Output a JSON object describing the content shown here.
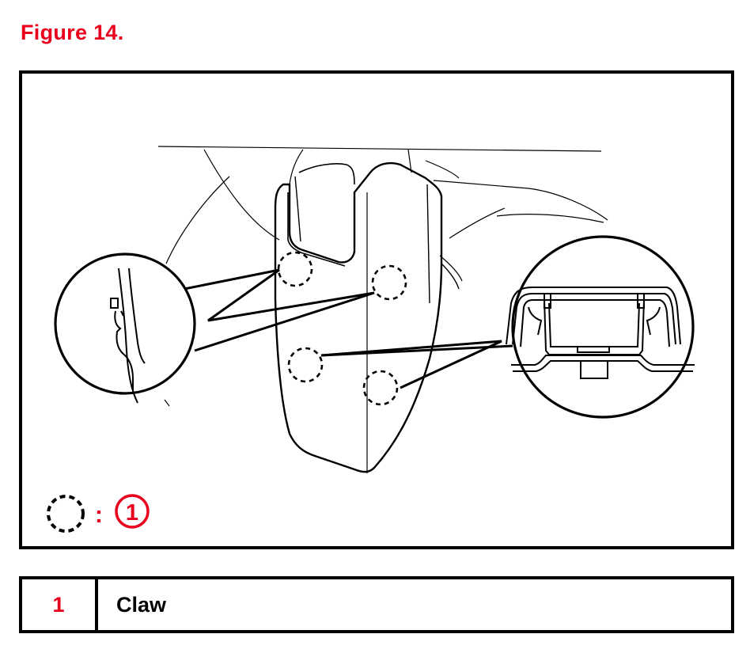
{
  "figure": {
    "title": "Figure 14."
  },
  "diagram": {
    "callout_number": "1",
    "colon": ":"
  },
  "legend": {
    "rows": [
      {
        "number": "1",
        "label": "Claw"
      }
    ]
  },
  "colors": {
    "accent_red": "#e8001c",
    "line": "#000000"
  }
}
